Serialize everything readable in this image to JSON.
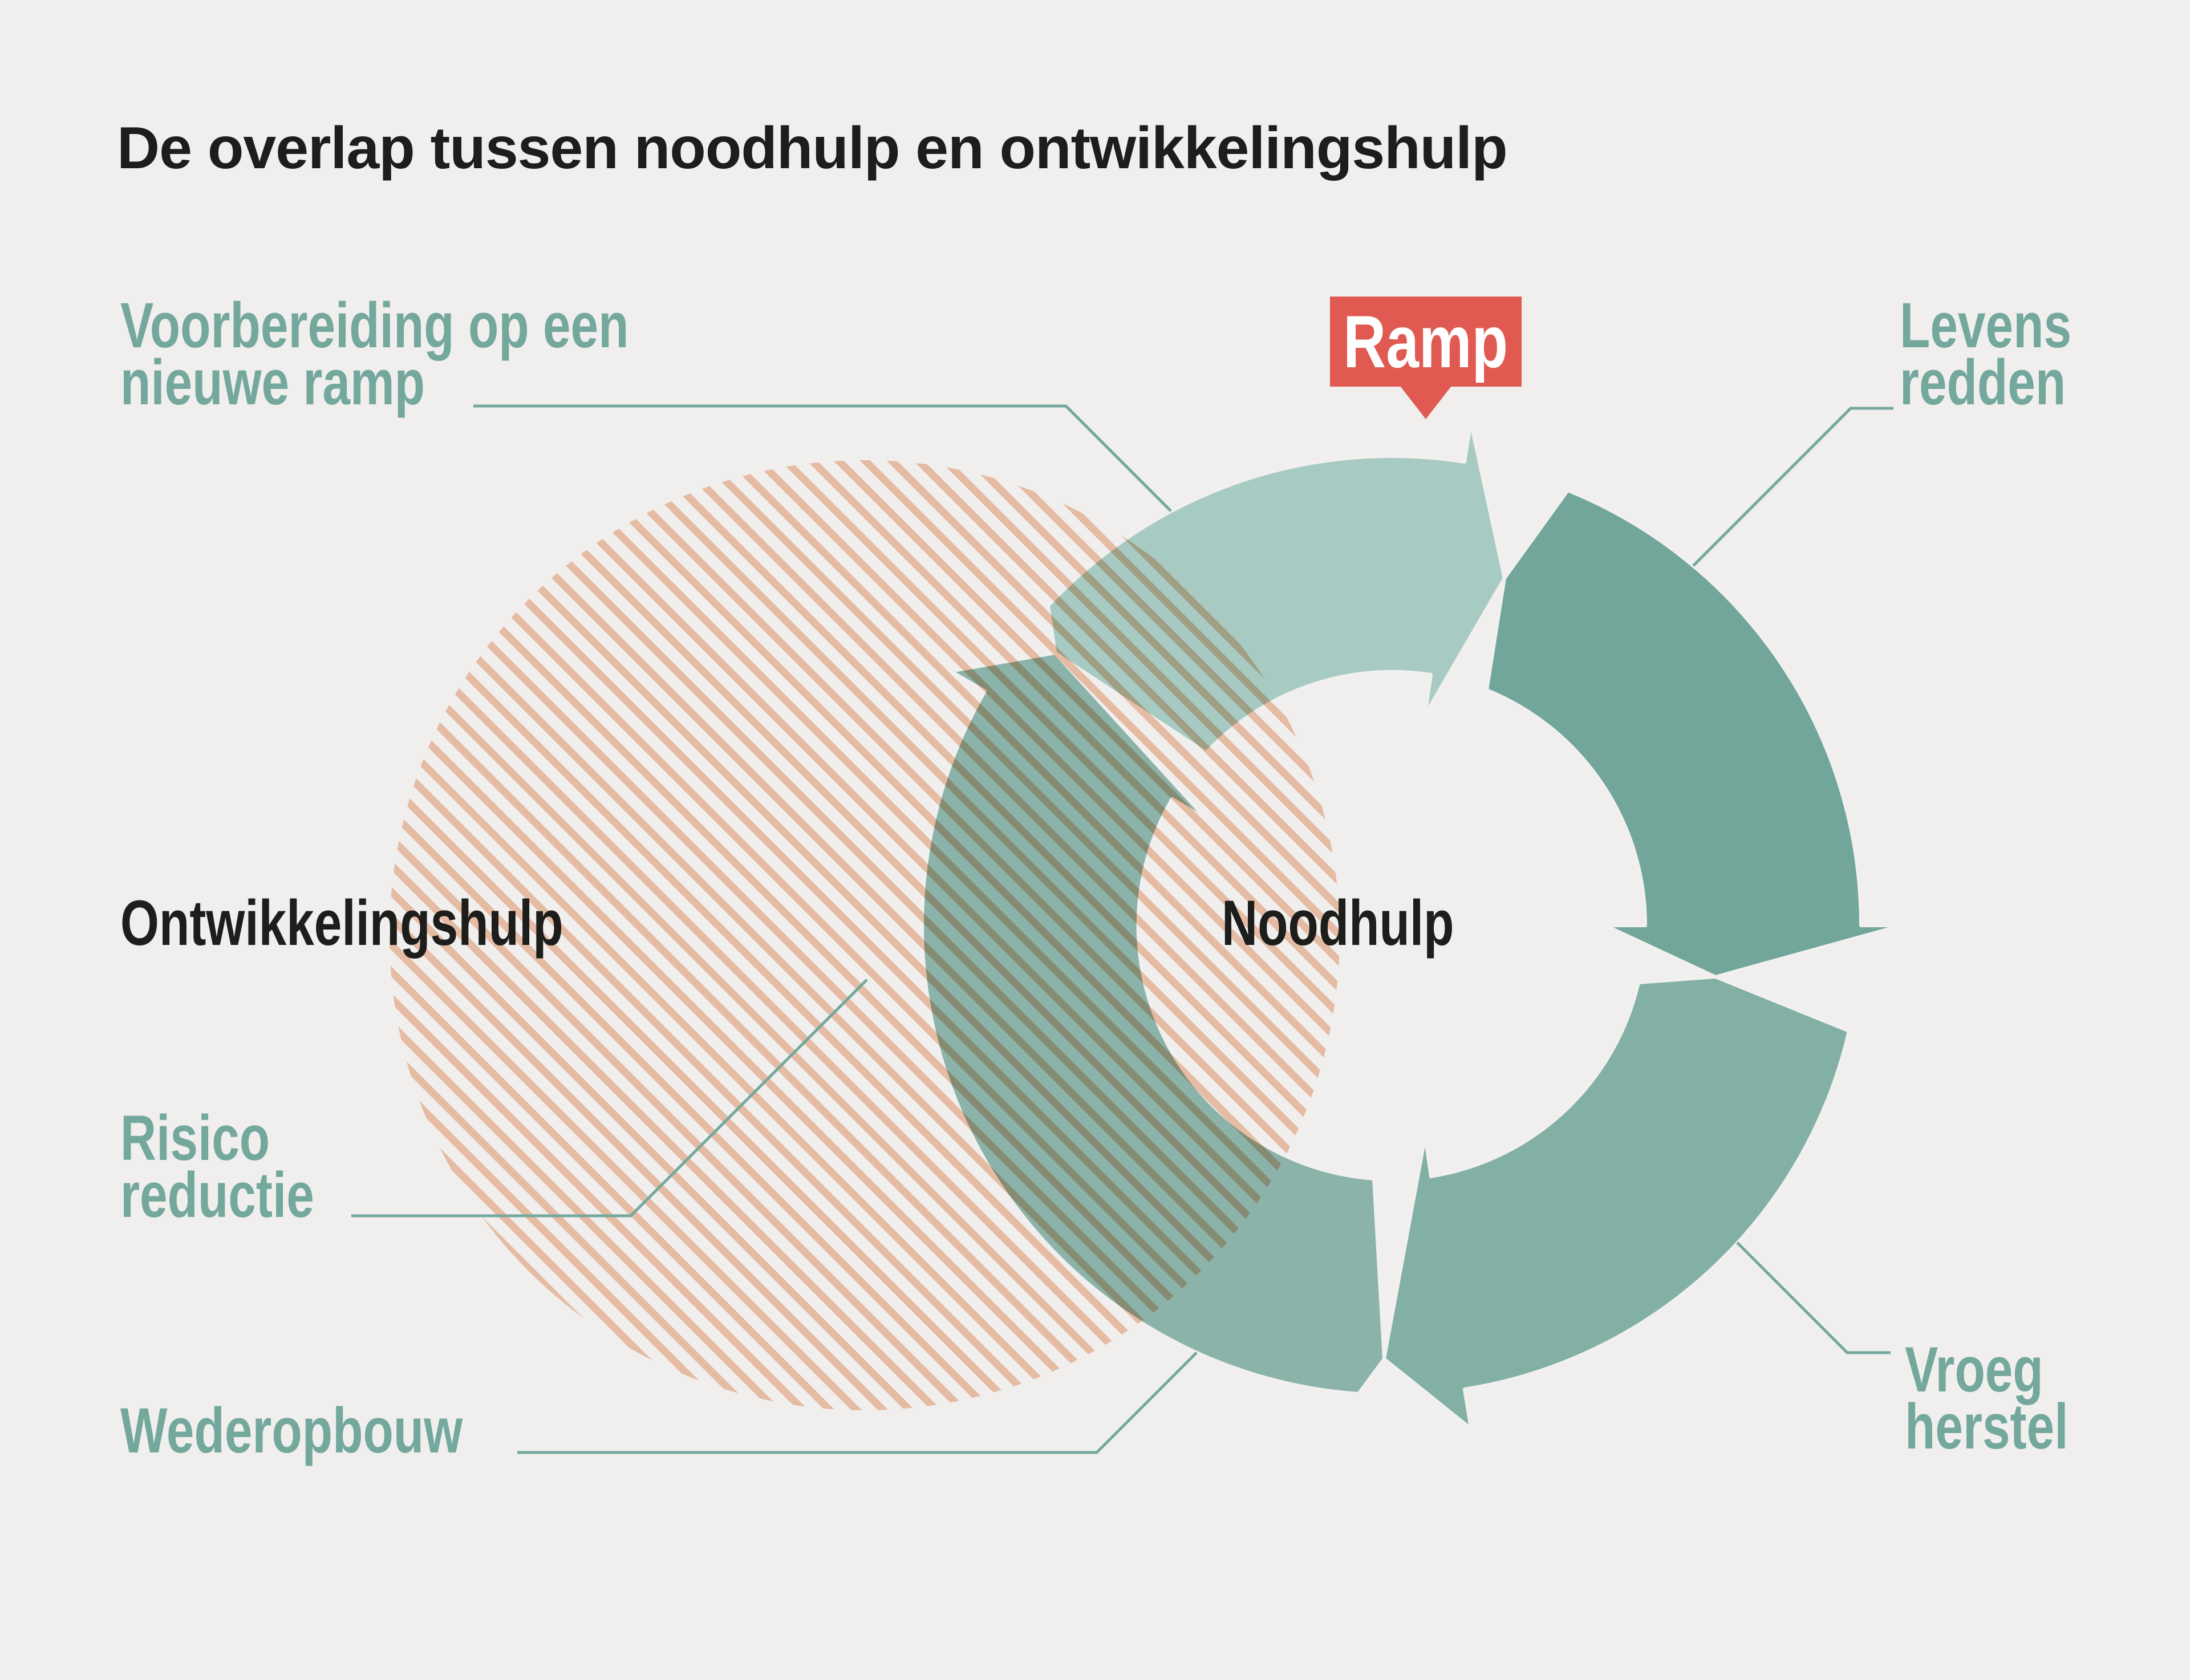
{
  "title": "De overlap tussen noodhulp en ontwikkelingshulp",
  "diagram": {
    "marker": {
      "label": "Ramp"
    },
    "circle_left": {
      "label": "Ontwikkelingshulp"
    },
    "circle_right": {
      "label": "Noodhulp"
    },
    "cycle_labels": {
      "voorbereiding": {
        "line1": "Voorbereiding op een",
        "line2": "nieuwe ramp"
      },
      "levens": {
        "line1": "Levens",
        "line2": "redden"
      },
      "risico": {
        "line1": "Risico",
        "line2": "reductie"
      },
      "wederopbouw": {
        "label": "Wederopbouw"
      },
      "vroeg": {
        "line1": "Vroeg",
        "line2": "herstel"
      }
    }
  },
  "colors": {
    "bg": "#f0efee",
    "ink": "#1d1d1b",
    "white": "#ffffff",
    "red": "#e05a52",
    "teal_text": "#74a89d",
    "teal_light": "#a7cbc2",
    "teal_dark": "#72a69b",
    "teal_mid": "#82b0a5",
    "teal_left": "#8cb3a9",
    "stripe": "#f4c8af",
    "gap_line": "#f1f0ef"
  }
}
